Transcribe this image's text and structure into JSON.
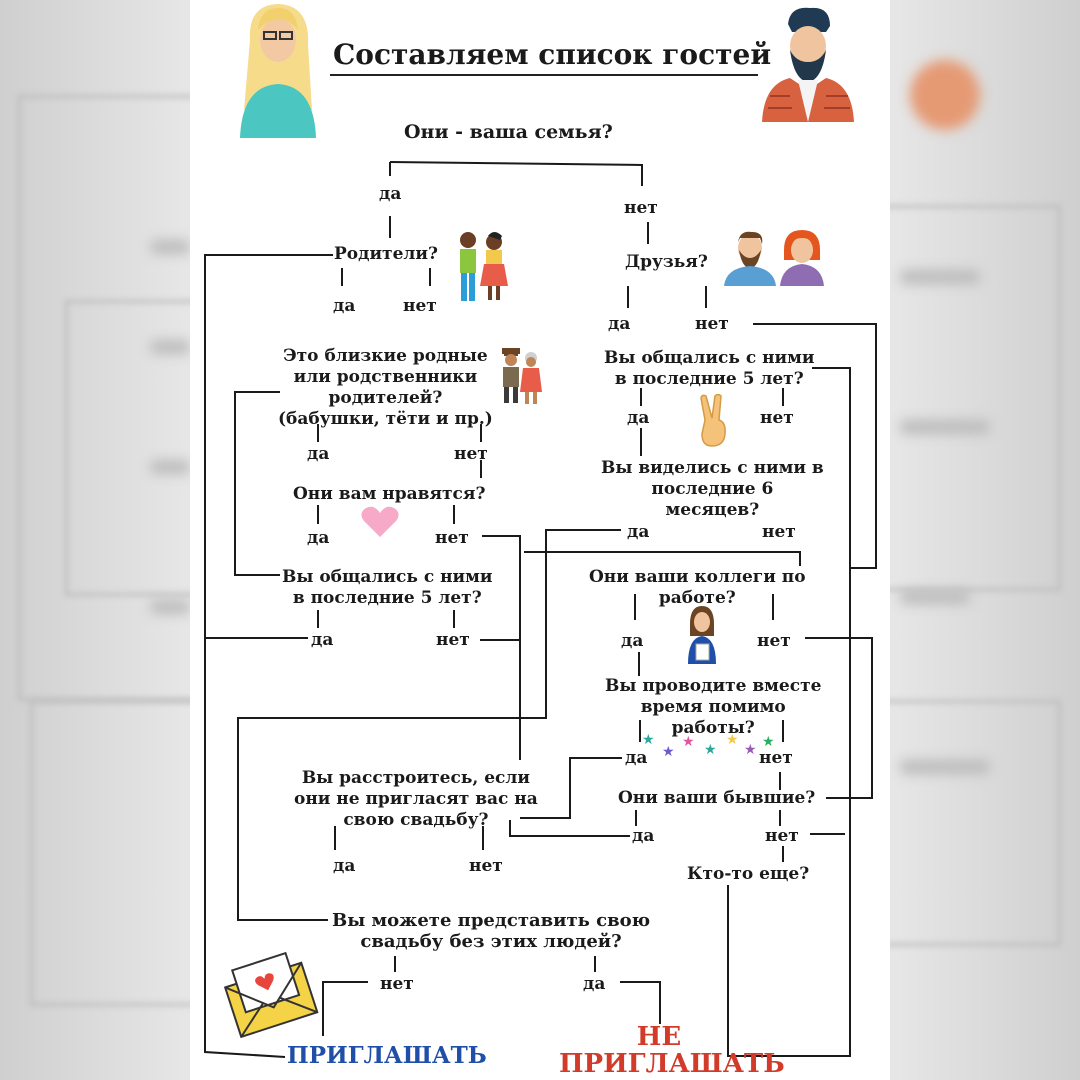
{
  "title": "Составляем список гостей",
  "questions": {
    "family": "Они - ваша семья?",
    "parents": "Родители?",
    "friends": "Друзья?",
    "close_relatives": "Это близкие родные\nили родственники\nродителей?\n(бабушки, тёти и пр.)",
    "friends_talked_5y": "Вы общались с ними\nв последние 5 лет?",
    "like_them": "Они вам нравятся?",
    "seen_6m": "Вы виделись с ними в\nпоследние 6\nмесяцев?",
    "talked_5y": "Вы общались с ними\nв последние 5 лет?",
    "colleagues": "Они ваши коллеги по\nработе?",
    "time_outside_work": "Вы проводите вместе\nвремя помимо\nработы?",
    "upset": "Вы расстроитесь, если\nони не пригласят вас на\nсвою свадьбу?",
    "exes": "Они ваши бывшие?",
    "someone_else": "Кто-то еще?",
    "imagine": "Вы можете представить свою\nсвадьбу без этих людей?"
  },
  "answers": {
    "yes": "да",
    "no": "нет"
  },
  "results": {
    "invite": "ПРИГЛАШАТЬ",
    "not_invite": "НЕ\nПРИГЛАШАТЬ"
  },
  "colors": {
    "line": "#1a1a1a",
    "invite": "#1f4fa8",
    "not_invite": "#d23a2a",
    "heart": "#f7a9c8",
    "envelope": "#f5d347"
  },
  "icons": [
    "blonde-woman-icon",
    "bearded-man-icon",
    "couple-icon",
    "friends-icon",
    "elderly-couple-icon",
    "victory-hand-icon",
    "heart-icon",
    "coworker-icon",
    "stars-icon",
    "love-letter-icon"
  ]
}
